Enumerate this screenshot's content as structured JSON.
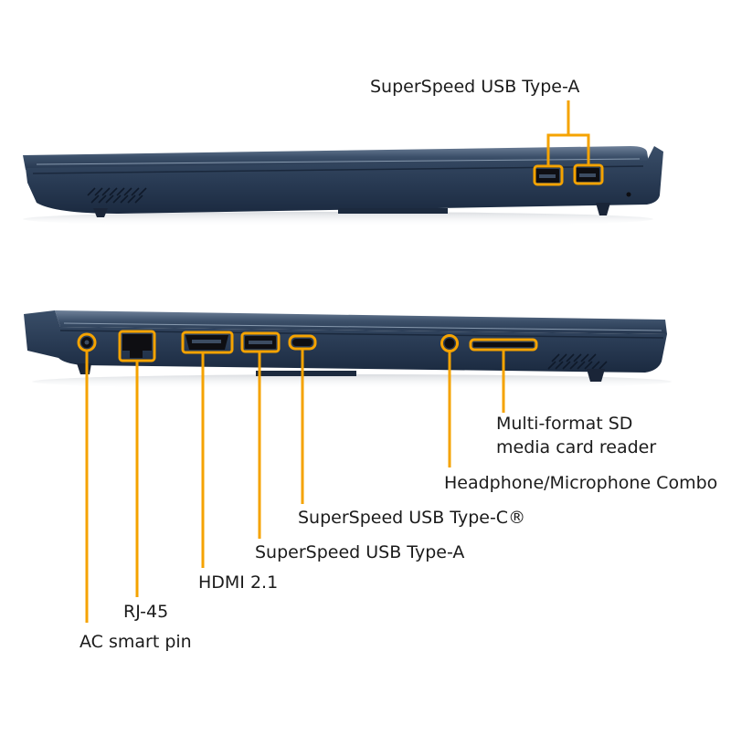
{
  "colors": {
    "accent": "#f5a300",
    "chassis_dark": "#1f2f47",
    "chassis_mid": "#33475f",
    "chassis_light": "#5b6e86",
    "port_black": "#0e0e12"
  },
  "right_side_view": {
    "callouts": [
      {
        "id": "usb-a-pair",
        "label": "SuperSpeed USB Type-A"
      }
    ]
  },
  "left_side_view": {
    "callouts": [
      {
        "id": "ac-smart-pin",
        "label": "AC smart pin"
      },
      {
        "id": "rj-45",
        "label": "RJ-45"
      },
      {
        "id": "hdmi",
        "label": "HDMI 2.1"
      },
      {
        "id": "usb-a",
        "label": "SuperSpeed USB Type-A"
      },
      {
        "id": "usb-c",
        "label": "SuperSpeed USB Type-C®"
      },
      {
        "id": "audio-combo",
        "label": "Headphone/Microphone Combo"
      },
      {
        "id": "sd-reader",
        "label": "Multi-format SD media card reader"
      }
    ]
  }
}
